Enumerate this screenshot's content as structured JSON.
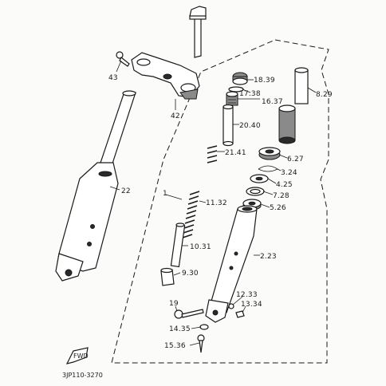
{
  "callouts": [
    {
      "id": "c43",
      "text": "43"
    },
    {
      "id": "c42",
      "text": "42"
    },
    {
      "id": "c22",
      "text": "22"
    },
    {
      "id": "c1",
      "text": "1"
    },
    {
      "id": "c18",
      "text": "18.39"
    },
    {
      "id": "c17",
      "text": "17.38"
    },
    {
      "id": "c16",
      "text": "16.37"
    },
    {
      "id": "c8",
      "text": "8.29"
    },
    {
      "id": "c20",
      "text": "20.40"
    },
    {
      "id": "c21",
      "text": "21.41"
    },
    {
      "id": "c6",
      "text": "6.27"
    },
    {
      "id": "c3",
      "text": "3.24"
    },
    {
      "id": "c4",
      "text": "4.25"
    },
    {
      "id": "c7",
      "text": "7.28"
    },
    {
      "id": "c5",
      "text": "5.26"
    },
    {
      "id": "c11",
      "text": "11.32"
    },
    {
      "id": "c10",
      "text": "10.31"
    },
    {
      "id": "c2",
      "text": "2.23"
    },
    {
      "id": "c9",
      "text": "9.30"
    },
    {
      "id": "c12",
      "text": "12.33"
    },
    {
      "id": "c13",
      "text": "13.34"
    },
    {
      "id": "c19",
      "text": "19"
    },
    {
      "id": "c14",
      "text": "14.35"
    },
    {
      "id": "c15",
      "text": "15.36"
    }
  ],
  "arrow_text": "FWD",
  "diagram_code": "3JP110-3270"
}
